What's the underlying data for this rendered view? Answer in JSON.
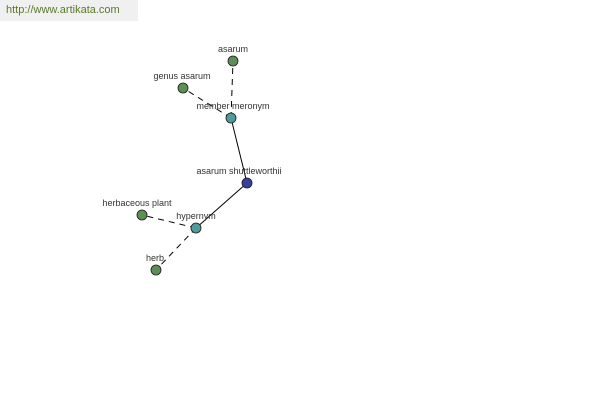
{
  "site_url": "http://www.artikata.com",
  "graph": {
    "nodes": [
      {
        "id": "n1",
        "label": "asarum",
        "kind": "leaf",
        "color": "#5b8f55"
      },
      {
        "id": "n2",
        "label": "genus asarum",
        "kind": "leaf",
        "color": "#5b8f55"
      },
      {
        "id": "n3",
        "label": "member meronym",
        "kind": "relation",
        "color": "#4f9a9a"
      },
      {
        "id": "n4",
        "label": "asarum shuttleworthii",
        "kind": "root",
        "color": "#3a3f9e"
      },
      {
        "id": "n5",
        "label": "herbaceous plant",
        "kind": "leaf",
        "color": "#5b8f55"
      },
      {
        "id": "n6",
        "label": "hypernym",
        "kind": "relation",
        "color": "#4f9a9a"
      },
      {
        "id": "n7",
        "label": "herb",
        "kind": "leaf",
        "color": "#5b8f55"
      }
    ],
    "edges": [
      {
        "from": "n4",
        "to": "n3",
        "style": "solid"
      },
      {
        "from": "n3",
        "to": "n1",
        "style": "dashed"
      },
      {
        "from": "n3",
        "to": "n2",
        "style": "dashed"
      },
      {
        "from": "n4",
        "to": "n6",
        "style": "solid"
      },
      {
        "from": "n6",
        "to": "n5",
        "style": "dashed"
      },
      {
        "from": "n6",
        "to": "n7",
        "style": "dashed"
      }
    ]
  }
}
